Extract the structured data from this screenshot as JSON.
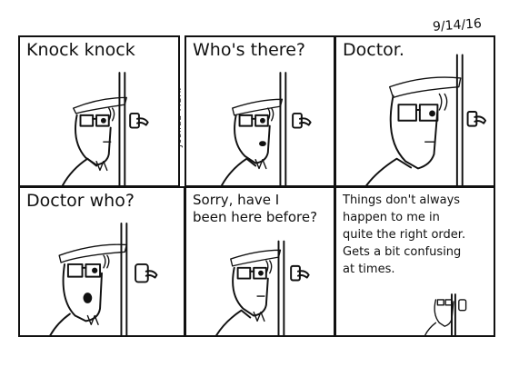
{
  "comic": {
    "date": "9/14/16",
    "signature": "Joshua Mark",
    "panels": [
      {
        "lines": [
          "Knock knock"
        ]
      },
      {
        "lines": [
          "Who's there?"
        ]
      },
      {
        "lines": [
          "Doctor."
        ]
      },
      {
        "lines": [
          "Doctor who?"
        ]
      },
      {
        "lines": [
          "Sorry, have I",
          "been here before?"
        ]
      },
      {
        "lines": [
          "Things don't always",
          "happen to me in",
          "quite the right order.",
          "Gets a bit confusing",
          "at times."
        ]
      }
    ]
  }
}
